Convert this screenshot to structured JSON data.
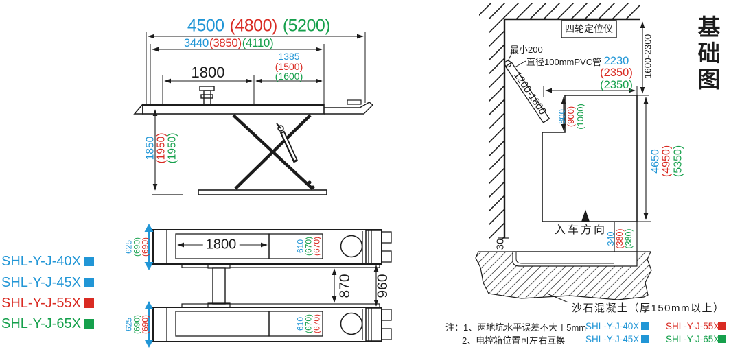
{
  "colors": {
    "blue": "#2196d6",
    "red": "#d92b23",
    "green": "#16a04c",
    "ink": "#1c1c1c"
  },
  "models": {
    "m40": "SHL-Y-J-40X",
    "m45": "SHL-Y-J-45X",
    "m55": "SHL-Y-J-55X",
    "m65": "SHL-Y-J-65X"
  },
  "side_view": {
    "overall_length": {
      "v1": "4500",
      "v2": "(4800)",
      "v3": "(5200)"
    },
    "platform_length": {
      "v1": "3440",
      "v2": "(3850)",
      "v3": "(4110)"
    },
    "front_length": {
      "v1": "1385",
      "v2": "(1500)",
      "v3": "(1600)"
    },
    "wheelbase": "1800",
    "lift_height": {
      "v1": "1850",
      "v2": "(1950)",
      "v3": "(1950)"
    }
  },
  "top_view": {
    "platform_inner": "1800",
    "inner_gap": "870",
    "outer_gap": "960",
    "upper_track_width": {
      "v1": "625",
      "v2": "(690)",
      "v3": "(690)"
    },
    "lower_track_width": {
      "v1": "625",
      "v2": "(690)",
      "v3": "(690)"
    },
    "upper_platform_width": {
      "v1": "610",
      "v2": "(670)",
      "v3": "(670)"
    },
    "lower_platform_width": {
      "v1": "610",
      "v2": "(670)",
      "v3": "(670)"
    }
  },
  "foundation": {
    "title": "基础图",
    "aligner": "四轮定位仪",
    "min_clearance": "最小200",
    "pvc_pipe": "直径100mmPVC管",
    "pipe_depth_range": "1200-1800",
    "pit_width": {
      "v1": "2230",
      "v2": "(2350)",
      "v3": "(2350)"
    },
    "wall_distance": "1600-2300",
    "step_length": {
      "v1": "800",
      "v2": "(900)",
      "v3": "(1000)"
    },
    "pit_length": {
      "v1": "4650",
      "v2": "(4950)",
      "v3": "(5350)"
    },
    "drive_direction": "入车方向",
    "edge_gap": "30",
    "pit_depth": {
      "v1": "340",
      "v2": "(380)",
      "v3": "(380)"
    },
    "concrete": "沙石混凝土（厚150mm以上）",
    "note_line1": "注：1、两地坑水平误差不大于5mm",
    "note_line2": "2、电控箱位置可左右互换"
  },
  "legend": {
    "r1c1": "SHL-Y-J-40X",
    "r1c2": "SHL-Y-J-55X",
    "r2c1": "SHL-Y-J-45X",
    "r2c2": "SHL-Y-J-65X"
  }
}
